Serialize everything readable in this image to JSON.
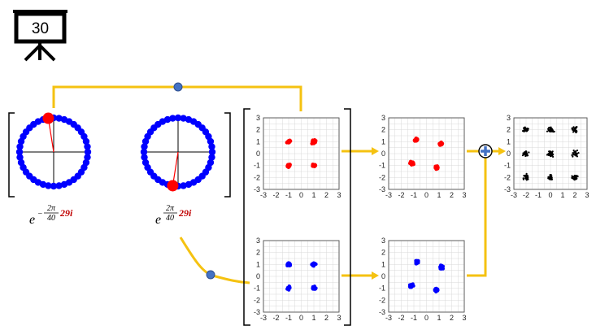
{
  "slide_number": "30",
  "colors": {
    "connector": "#f5c211",
    "node": "#4472c4",
    "circle": "#0000ff",
    "marker": "#ff0000",
    "red_text": "#c00000",
    "dark": "#000000",
    "grid": "#d9d9d9"
  },
  "formulas": {
    "left": {
      "base": "e",
      "sign": "−",
      "numerator": "2π",
      "denominator": "40",
      "exponent_index": "29i"
    },
    "right": {
      "base": "e",
      "sign": "",
      "numerator": "2π",
      "denominator": "40",
      "exponent_index": "29i"
    }
  },
  "unit_circles": {
    "point_count": 40,
    "left_marker_angle_deg": 99,
    "right_marker_angle_deg": -99
  },
  "axis": {
    "x_ticks": [
      "-3",
      "-2",
      "-1",
      "0",
      "1",
      "2",
      "3"
    ],
    "y_ticks": [
      "3",
      "2",
      "1",
      "0",
      "-1",
      "-2",
      "-3"
    ],
    "range": [
      -3,
      3
    ]
  },
  "constellations": {
    "red_grid": {
      "color": "#ff0000",
      "centers": [
        [
          -1,
          1
        ],
        [
          1,
          1
        ],
        [
          -1,
          -1
        ],
        [
          1,
          -1
        ]
      ],
      "rotation_deg": 0
    },
    "red_rotated": {
      "color": "#ff0000",
      "centers": [
        [
          -1,
          1
        ],
        [
          1,
          1
        ],
        [
          -1,
          -1
        ],
        [
          1,
          -1
        ]
      ],
      "rotation_deg": -10
    },
    "blue_grid": {
      "color": "#0000ff",
      "centers": [
        [
          -1,
          1
        ],
        [
          1,
          1
        ],
        [
          -1,
          -1
        ],
        [
          1,
          -1
        ]
      ],
      "rotation_deg": 0
    },
    "blue_rotated": {
      "color": "#0000ff",
      "centers": [
        [
          -1,
          1
        ],
        [
          1,
          1
        ],
        [
          -1,
          -1
        ],
        [
          1,
          -1
        ]
      ],
      "rotation_deg": -12
    },
    "sum": {
      "color": "#000000",
      "centers": [
        [
          -2,
          2
        ],
        [
          0,
          2
        ],
        [
          2,
          2
        ],
        [
          -2,
          0
        ],
        [
          0,
          0
        ],
        [
          2,
          0
        ],
        [
          -2,
          -2
        ],
        [
          0,
          -2
        ],
        [
          2,
          -2
        ]
      ]
    }
  }
}
